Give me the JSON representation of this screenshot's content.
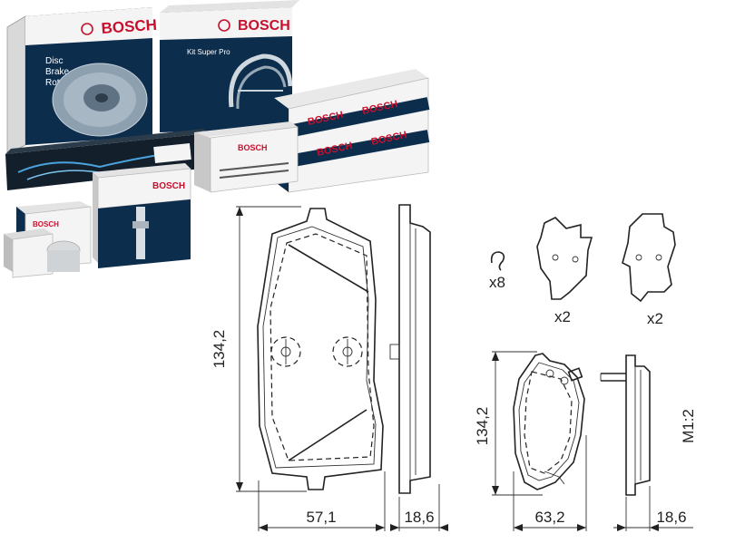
{
  "products": {
    "brand": "BOSCH",
    "disc_box_label": "Disc Brake Rotor",
    "disc_box_label_lines": [
      "Disc",
      "Brake",
      "Rotor"
    ],
    "kit_box_label": "Kit Super Pro"
  },
  "drawing_main": {
    "height_dim": "134,2",
    "width_dim": "57,1",
    "thickness_dim": "18,6"
  },
  "accessories": [
    {
      "name": "spring clip",
      "quantity": "x8"
    },
    {
      "name": "shim plate A",
      "quantity": "x2"
    },
    {
      "name": "shim plate B",
      "quantity": "x2"
    }
  ],
  "drawing_secondary": {
    "height_dim": "134,2",
    "width_dim": "63,2",
    "thickness_dim": "18,6",
    "scale_label": "M1:2"
  },
  "colors": {
    "bosch_red": "#c8102e",
    "box_blue": "#0b2c4a",
    "box_white": "#f4f4f4",
    "line": "#222222"
  }
}
